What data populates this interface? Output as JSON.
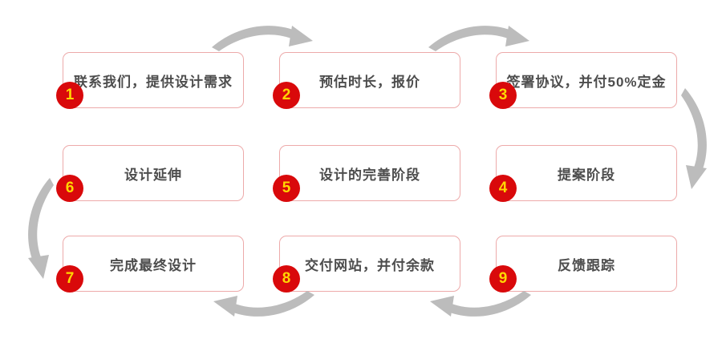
{
  "diagram": {
    "steps": [
      {
        "number": "1",
        "label": "联系我们，提供设计需求"
      },
      {
        "number": "2",
        "label": "预估时长，报价"
      },
      {
        "number": "3",
        "label": "签署协议，并付50%定金"
      },
      {
        "number": "4",
        "label": "提案阶段"
      },
      {
        "number": "5",
        "label": "设计的完善阶段"
      },
      {
        "number": "6",
        "label": "设计延伸"
      },
      {
        "number": "7",
        "label": "完成最终设计"
      },
      {
        "number": "8",
        "label": "交付网站，并付余款"
      },
      {
        "number": "9",
        "label": "反馈跟踪"
      }
    ],
    "arrows": [
      {
        "id": "top-1",
        "between": "step-1-and-step-2",
        "direction": "right"
      },
      {
        "id": "top-2",
        "between": "step-2-and-step-3",
        "direction": "right"
      },
      {
        "id": "right-side",
        "between": "step-3-and-step-4",
        "direction": "down"
      },
      {
        "id": "left-side",
        "between": "step-6-and-step-7",
        "direction": "down"
      },
      {
        "id": "bottom-1",
        "between": "step-7-and-step-8",
        "direction": "left"
      },
      {
        "id": "bottom-2",
        "between": "step-8-and-step-9",
        "direction": "left"
      }
    ],
    "colors": {
      "step_circle": "#d9090b",
      "step_number": "#ffd702",
      "box_border": "#edaaaa",
      "box_text": "#4d4d4d",
      "arrow": "#bcbcbc",
      "background": "#ffffff"
    }
  }
}
